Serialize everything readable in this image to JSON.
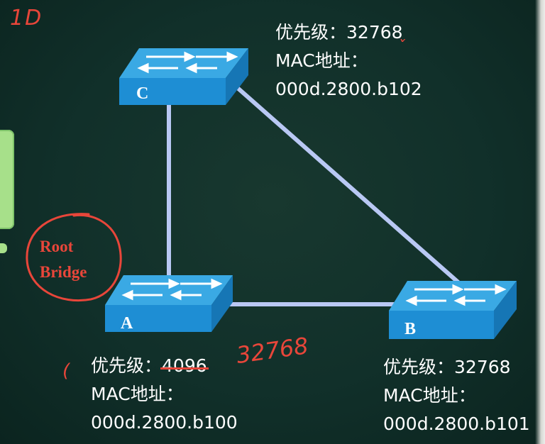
{
  "annotations": {
    "top_left_mark": "1D",
    "root_bridge_line1": "Root",
    "root_bridge_line2": "Bridge",
    "replacement_priority": "32768",
    "tick_mark": "ˇ",
    "bullet_mark": "("
  },
  "switches": {
    "c": {
      "name": "C",
      "priority_label": "优先级：",
      "priority_value": "32768",
      "mac_label": "MAC地址：",
      "mac_value": "000d.2800.b102"
    },
    "a": {
      "name": "A",
      "priority_label": "优先级：",
      "priority_value": "4096",
      "mac_label": "MAC地址：",
      "mac_value": "000d.2800.b100"
    },
    "b": {
      "name": "B",
      "priority_label": "优先级：",
      "priority_value": "32768",
      "mac_label": "MAC地址：",
      "mac_value": "000d.2800.b101"
    }
  },
  "colors": {
    "board": "#11302a",
    "link": "#b9c8f4",
    "switch_top": "#3aa9e4",
    "switch_front": "#1e8ed4",
    "switch_side": "#1676b5",
    "annotation_red": "#e8463a"
  }
}
